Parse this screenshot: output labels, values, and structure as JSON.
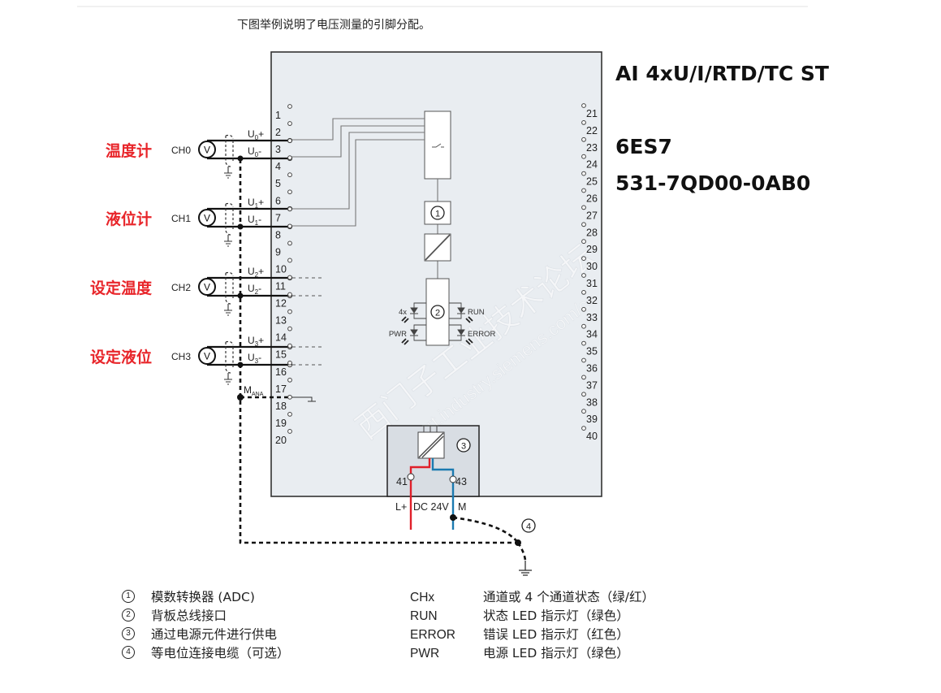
{
  "intro_text": "下图举例说明了电压测量的引脚分配。",
  "module": {
    "title": "AI 4xU/I/RTD/TC ST",
    "order_prefix": "6ES7",
    "order_number": "531-7QD00-0AB0"
  },
  "channels": [
    {
      "label": "温度计",
      "ch": "CH0",
      "meter": "V",
      "plus": "U0+",
      "minus": "U0-",
      "plus_sub": "0",
      "minus_sub": "0"
    },
    {
      "label": "液位计",
      "ch": "CH1",
      "meter": "V",
      "plus": "U1+",
      "minus": "U1-",
      "plus_sub": "1",
      "minus_sub": "1"
    },
    {
      "label": "设定温度",
      "ch": "CH2",
      "meter": "V",
      "plus": "U2+",
      "minus": "U2-",
      "plus_sub": "2",
      "minus_sub": "2"
    },
    {
      "label": "设定液位",
      "ch": "CH3",
      "meter": "V",
      "plus": "U3+",
      "minus": "U3-",
      "plus_sub": "3",
      "minus_sub": "3"
    }
  ],
  "left_pins": [
    "1",
    "2",
    "3",
    "4",
    "5",
    "6",
    "7",
    "8",
    "9",
    "10",
    "11",
    "12",
    "13",
    "14",
    "15",
    "16",
    "17",
    "18",
    "19",
    "20"
  ],
  "right_pins": [
    "21",
    "22",
    "23",
    "24",
    "25",
    "26",
    "27",
    "28",
    "29",
    "30",
    "31",
    "32",
    "33",
    "34",
    "35",
    "36",
    "37",
    "38",
    "39",
    "40"
  ],
  "mana_label": "M",
  "mana_sub": "ANA",
  "internal": {
    "adc_marker": "1",
    "backplane_marker": "2",
    "power_marker": "3",
    "equipotential_marker": "4",
    "led_4x": "4x",
    "led_run": "RUN",
    "led_pwr": "PWR",
    "led_error": "ERROR"
  },
  "power": {
    "pin_lplus": "41",
    "pin_m": "43",
    "label_lplus": "L+",
    "label_dc": "DC 24V",
    "label_m": "M",
    "color_lplus": "#e0202a",
    "color_m": "#1b7ab0"
  },
  "watermark": {
    "line1": "西门子工业技术论坛",
    "line2": "support.industry.siemens.com/cs"
  },
  "legend_left": [
    {
      "marker": "1",
      "text": "模数转换器 (ADC)"
    },
    {
      "marker": "2",
      "text": "背板总线接口"
    },
    {
      "marker": "3",
      "text": "通过电源元件进行供电"
    },
    {
      "marker": "4",
      "text": "等电位连接电缆（可选）"
    }
  ],
  "legend_right": [
    {
      "key": "CHx",
      "text": "通道或 4 个通道状态（绿/红）"
    },
    {
      "key": "RUN",
      "text": "状态 LED 指示灯（绿色）"
    },
    {
      "key": "ERROR",
      "text": "错误 LED 指示灯（红色）"
    },
    {
      "key": "PWR",
      "text": "电源 LED 指示灯（绿色）"
    }
  ]
}
